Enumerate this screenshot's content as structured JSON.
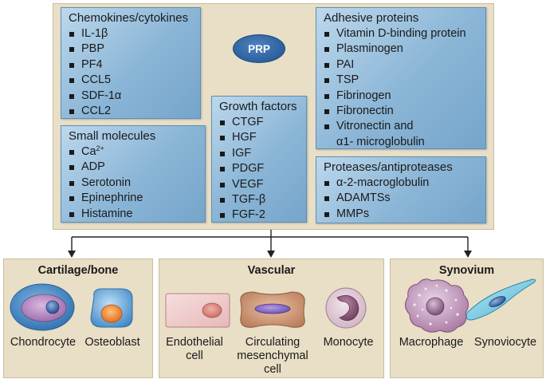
{
  "prp_label": "PRP",
  "boxes": {
    "chemokines": {
      "title": "Chemokines/cytokines",
      "items": [
        "IL-1β",
        "PBP",
        "PF4",
        "CCL5",
        "SDF-1α",
        "CCL2"
      ]
    },
    "small_molecules": {
      "title": "Small molecules",
      "ca_base": "Ca",
      "ca_sup": "2+",
      "items": [
        "ADP",
        "Serotonin",
        "Epinephrine",
        "Histamine"
      ]
    },
    "growth_factors": {
      "title": "Growth factors",
      "items": [
        "CTGF",
        "HGF",
        "IGF",
        "PDGF",
        "VEGF",
        "TGF-β",
        "FGF-2"
      ]
    },
    "adhesive": {
      "title": "Adhesive proteins",
      "items": [
        "Vitamin D-binding protein",
        "Plasminogen",
        "PAI",
        "TSP",
        "Fibrinogen",
        "Fibronectin",
        "Vitronectin and"
      ],
      "continuation": "α1- microglobulin"
    },
    "proteases": {
      "title": "Proteases/antiproteases",
      "items": [
        "α-2-macroglobulin",
        "ADAMTSs",
        "MMPs"
      ]
    }
  },
  "targets": {
    "cartilage": {
      "title": "Cartilage/bone",
      "cells": [
        "Chondrocyte",
        "Osteoblast"
      ]
    },
    "vascular": {
      "title": "Vascular",
      "cells": [
        "Endothelial\ncell",
        "Circulating\nmesenchymal\ncell",
        "Monocyte"
      ]
    },
    "synovium": {
      "title": "Synovium",
      "cells": [
        "Macrophage",
        "Synoviocyte"
      ]
    }
  },
  "colors": {
    "panel": "#e9dfc6",
    "box_blue": "#8ab5d6",
    "prp_blue": "#2b5f9d"
  }
}
